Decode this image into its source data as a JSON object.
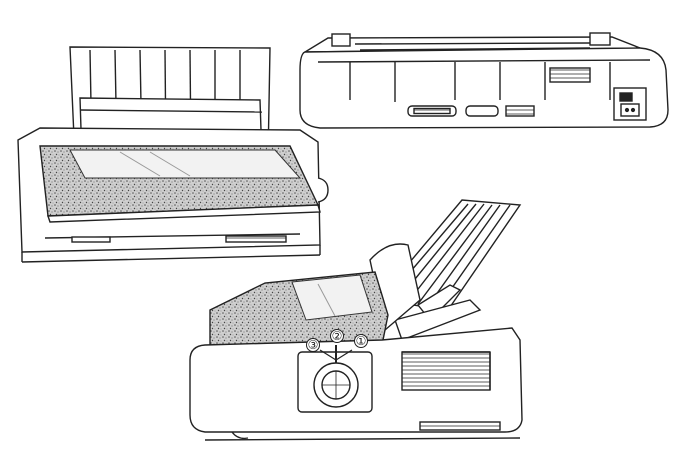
{
  "figure": {
    "views": [
      {
        "name": "front-view"
      },
      {
        "name": "rear-view"
      },
      {
        "name": "side-view"
      }
    ],
    "callouts": [
      "③",
      "②",
      "①"
    ],
    "colors": {
      "ink": "#222222",
      "paper": "#ffffff",
      "speckle": "#9a9a9a"
    }
  }
}
